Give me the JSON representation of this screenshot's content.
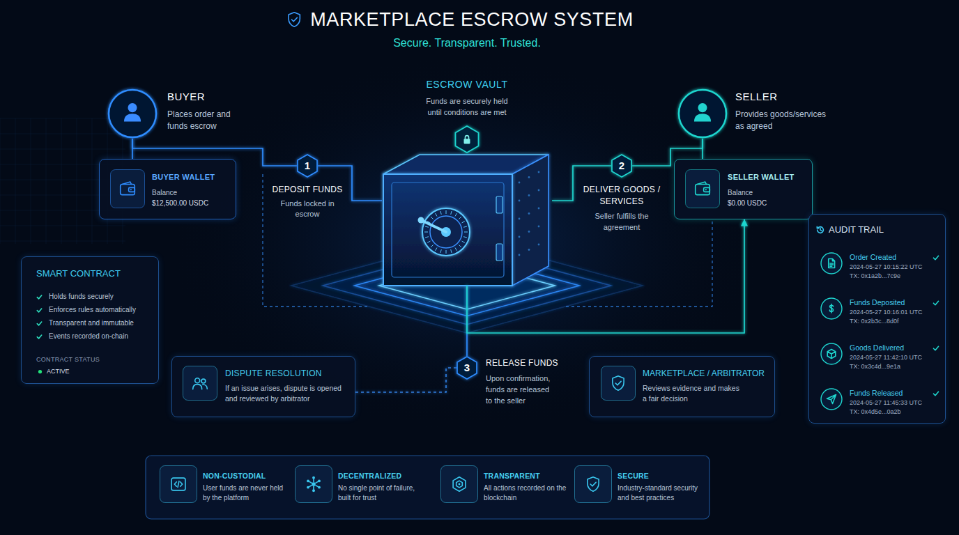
{
  "diagram": {
    "title": "MARKETPLACE ESCROW SYSTEM",
    "nodes": [
      {
        "text": [
          "BUYER",
          "Places order and funds escrow"
        ]
      },
      {
        "text": [
          "BUYER WALLET",
          "Balance",
          "$12,500.00 USDC"
        ]
      },
      {
        "text": [
          "1",
          "DEPOSIT FUNDS",
          "Funds locked in escrow"
        ]
      },
      {
        "text": [
          "ESCROW VAULT",
          "Funds are securely held until conditions are met"
        ]
      },
      {
        "text": [
          "2",
          "DELIVER GOODS / SERVICES",
          "Seller fulfills the agreement"
        ]
      },
      {
        "text": [
          "SELLER",
          "Provides goods/services as agreed"
        ]
      },
      {
        "text": [
          "SELLER WALLET",
          "Balance",
          "$0.00 USDC"
        ]
      },
      {
        "text": [
          "SMART CONTRACT",
          "Holds funds securely",
          "Enforces rules automatically",
          "Transparent and immutable",
          "Events recorded on-chain",
          "CONTRACT STATUS",
          "ACTIVE"
        ]
      },
      {
        "text": [
          "AUDIT TRAIL"
        ]
      },
      {
        "text": [
          "Order Created",
          "2024-05-27 10:15:22 UTC",
          "TX: 0x1a2b...7c9e"
        ],
        "in": 8
      },
      {
        "text": [
          "Funds Deposited",
          "2024-05-27 10:16:01 UTC",
          "TX: 0x2b3c...8d0f"
        ],
        "in": 8
      },
      {
        "text": [
          "Goods Delivered",
          "2024-05-27 11:42:10 UTC",
          "TX: 0x3c4d...9e1a"
        ],
        "in": 8
      },
      {
        "text": [
          "Funds Released",
          "2024-05-27 11:45:33 UTC",
          "TX: 0x4d5e...0a2b"
        ],
        "in": 8
      },
      {
        "text": [
          "DISPUTE RESOLUTION",
          "If an issue arises, dispute is opened and reviewed by arbitrator"
        ]
      },
      {
        "text": [
          "3",
          "RELEASE FUNDS",
          "Upon confirmation, funds are released to the seller"
        ]
      },
      {
        "text": [
          "MARKETPLACE / ARBITRATOR",
          "Reviews evidence and makes a fair decision"
        ]
      },
      {
        "text": [
          "NON-CUSTODIAL",
          "User funds are never held by the platform"
        ]
      },
      {
        "text": [
          "DECENTRALIZED",
          "No single point of failure, built for trust"
        ]
      },
      {
        "text": [
          "TRANSPARENT",
          "All actions recorded on the blockchain"
        ]
      },
      {
        "text": [
          "SECURE",
          "Industry-standard security and best practices"
        ]
      }
    ],
    "edges": [
      {
        "from": 0,
        "to": 1,
        "arrow": "none"
      },
      {
        "from": 0,
        "to": 2,
        "arrow": "none"
      },
      {
        "from": 2,
        "to": 3,
        "arrow": "none"
      },
      {
        "from": 3,
        "to": 4,
        "arrow": "none"
      },
      {
        "from": 4,
        "to": 5,
        "arrow": "none"
      },
      {
        "from": 5,
        "to": 6,
        "arrow": "none"
      },
      {
        "from": 3,
        "to": 14,
        "arrow": "none"
      },
      {
        "from": 3,
        "to": 6,
        "arrow": "to"
      },
      {
        "from": 14,
        "to": 13,
        "arrow": "none"
      }
    ],
    "labels": [
      "Secure. Transparent. Trusted."
    ]
  }
}
